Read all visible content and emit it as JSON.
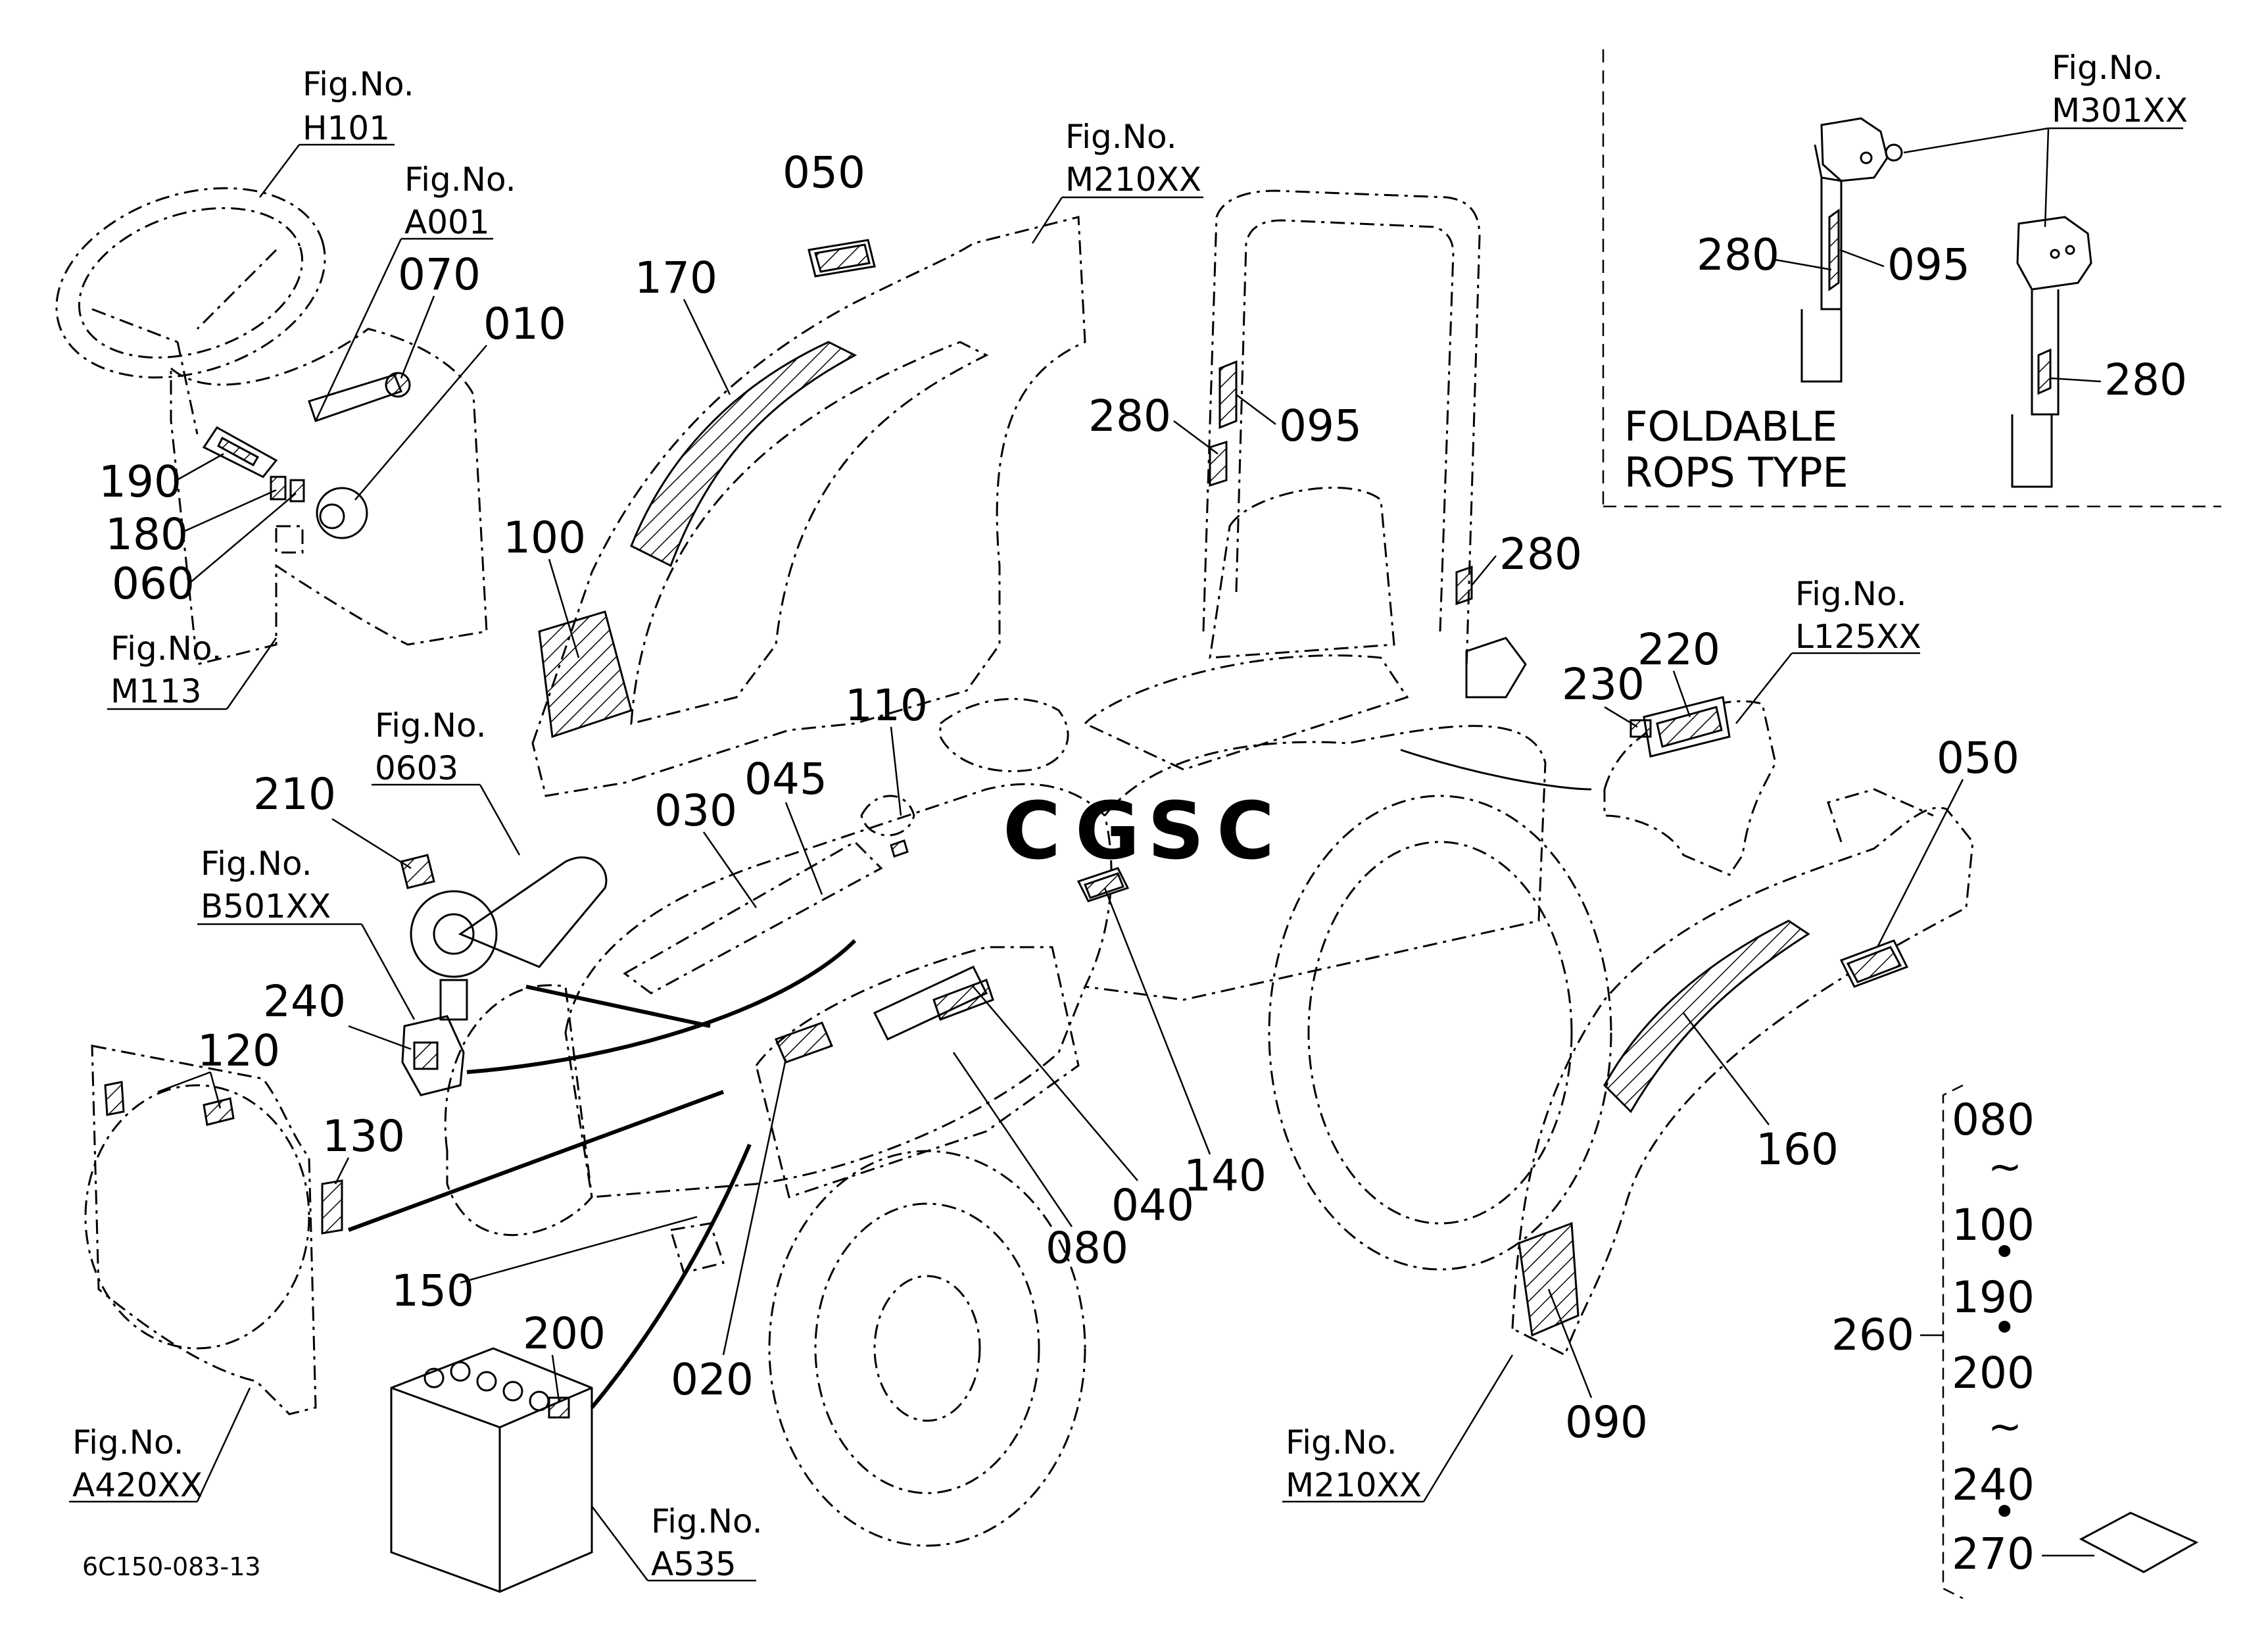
{
  "drawing_code": "6C150-083-13",
  "watermark": "CGSC",
  "fig_caption": "Fig.No.",
  "rops_note": [
    "FOLDABLE",
    "ROPS  TYPE"
  ],
  "fig_refs": {
    "h101": "H101",
    "a001": "A001",
    "m113": "M113",
    "m210_top": "M210XX",
    "m301": "M301XX",
    "l125": "L125XX",
    "f0603": "0603",
    "b501": "B501XX",
    "a420": "A420XX",
    "a535": "A535",
    "m210_bottom": "M210XX"
  },
  "parts": {
    "p010": "010",
    "p020": "020",
    "p030": "030",
    "p040": "040",
    "p045": "045",
    "p050a": "050",
    "p050b": "050",
    "p060": "060",
    "p070": "070",
    "p080": "080",
    "p090": "090",
    "p095a": "095",
    "p095b": "095",
    "p100": "100",
    "p110": "110",
    "p120": "120",
    "p130": "130",
    "p140": "140",
    "p150": "150",
    "p160": "160",
    "p170": "170",
    "p180": "180",
    "p190": "190",
    "p200": "200",
    "p210": "210",
    "p220": "220",
    "p230": "230",
    "p240": "240",
    "p260": "260",
    "p280a": "280",
    "p280b": "280",
    "p280c": "280",
    "p280d": "280"
  },
  "kit_list": {
    "items": [
      "080",
      "100",
      "190",
      "200",
      "240",
      "270"
    ],
    "separators": [
      "~",
      "•",
      "•",
      "~",
      "•"
    ]
  },
  "colors": {
    "watermark_blue": "#4f8fe8",
    "watermark_red": "#e8533f",
    "watermark_yellow": "#f4bd2a",
    "watermark_green": "#3fae5a"
  }
}
